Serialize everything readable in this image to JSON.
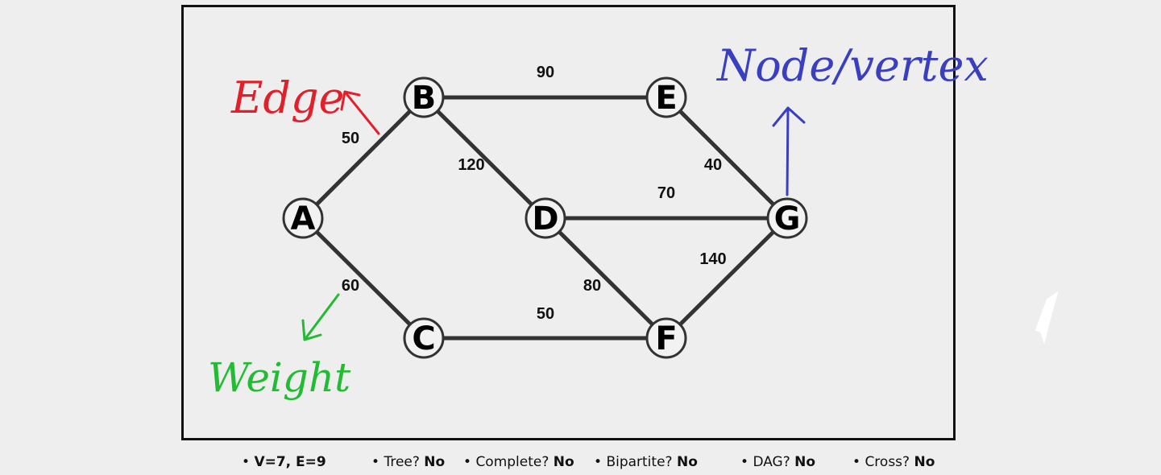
{
  "graph": {
    "nodes": [
      {
        "id": "A",
        "label": "A"
      },
      {
        "id": "B",
        "label": "B"
      },
      {
        "id": "C",
        "label": "C"
      },
      {
        "id": "D",
        "label": "D"
      },
      {
        "id": "E",
        "label": "E"
      },
      {
        "id": "F",
        "label": "F"
      },
      {
        "id": "G",
        "label": "G"
      }
    ],
    "edges": [
      {
        "from": "A",
        "to": "B",
        "weight": "50"
      },
      {
        "from": "A",
        "to": "C",
        "weight": "60"
      },
      {
        "from": "B",
        "to": "E",
        "weight": "90"
      },
      {
        "from": "B",
        "to": "D",
        "weight": "120"
      },
      {
        "from": "C",
        "to": "F",
        "weight": "50"
      },
      {
        "from": "D",
        "to": "G",
        "weight": "70"
      },
      {
        "from": "D",
        "to": "F",
        "weight": "80"
      },
      {
        "from": "E",
        "to": "G",
        "weight": "40"
      },
      {
        "from": "F",
        "to": "G",
        "weight": "140"
      }
    ]
  },
  "annotations": {
    "edge": {
      "text": "Edge",
      "color": "#e0202a"
    },
    "weight": {
      "text": "Weight",
      "color": "#22bb33"
    },
    "node": {
      "text": "Node/vertex",
      "color": "#3a3fc0"
    }
  },
  "status": {
    "ve": "V=7, E=9",
    "tree_label": "Tree?",
    "tree_value": "No",
    "complete_label": "Complete?",
    "complete_value": "No",
    "bipartite_label": "Bipartite?",
    "bipartite_value": "No",
    "dag_label": "DAG?",
    "dag_value": "No",
    "cross_label": "Cross?",
    "cross_value": "No"
  }
}
